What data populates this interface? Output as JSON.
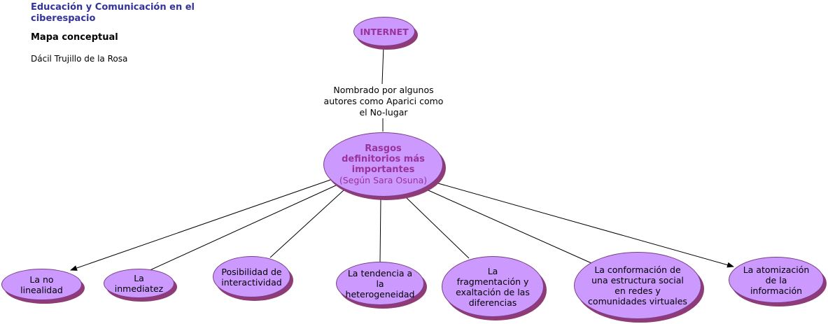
{
  "header": {
    "title": "Educación y Comunicación en el ciberespacio",
    "subtitle": "Mapa conceptual",
    "author": "Dácil Trujillo de la Rosa"
  },
  "map": {
    "top_concept": "INTERNET",
    "linking_phrase": "Nombrado por algunos autores como Aparici como el No-lugar",
    "central_concept": {
      "title": "Rasgos definitorios más importantes",
      "source": "(Según Sara Osuna)"
    },
    "features": [
      "La no linealidad",
      "La inmediatez",
      "Posibilidad de interactividad",
      "La tendencia a la heterogeneidad",
      "La fragmentación y exaltación de las diferencias",
      "La conformación de una estructura social en redes y comunidades virtuales",
      "La atomización de la información"
    ]
  },
  "colors": {
    "node_fill": "#cc99ff",
    "node_shadow": "#8e3b78",
    "concept_text": "#993399",
    "header_title": "#333399",
    "connector": "#000000"
  }
}
